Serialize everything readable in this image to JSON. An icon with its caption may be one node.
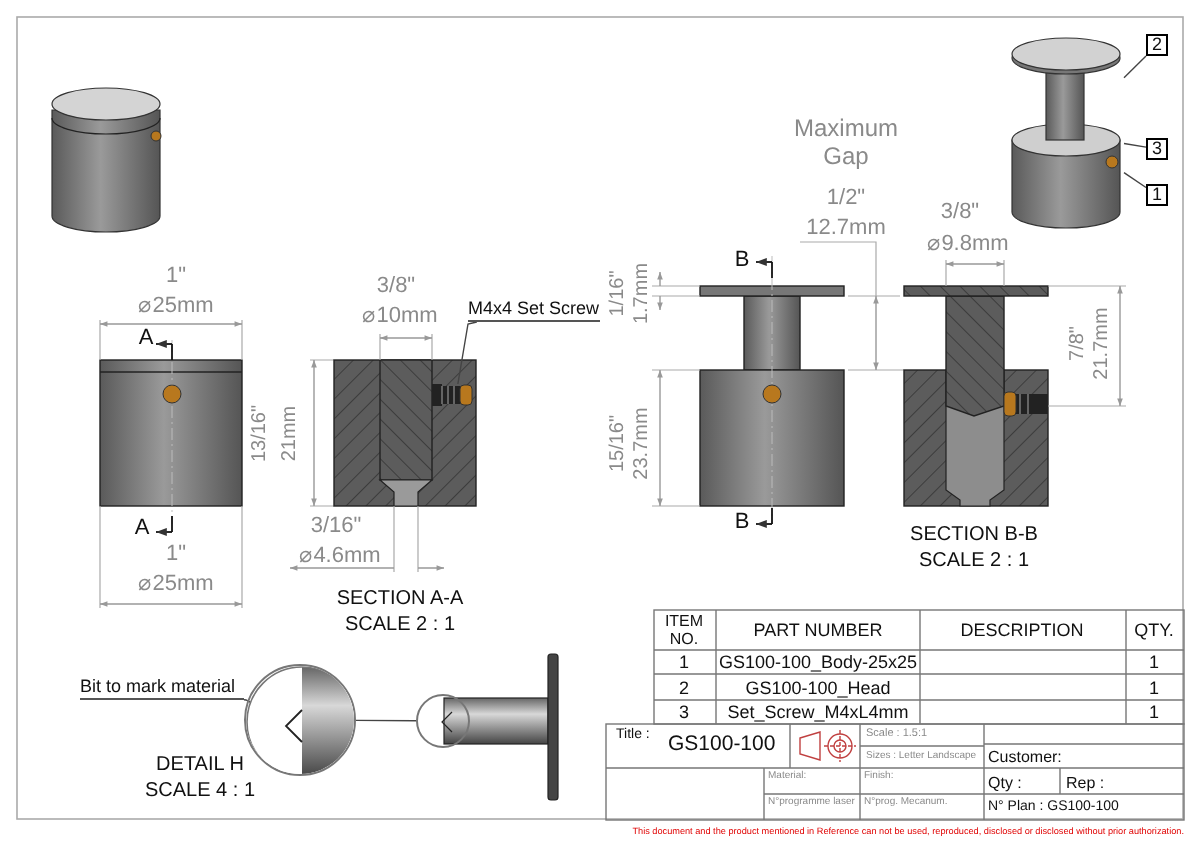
{
  "diagram": {
    "nodes": [
      {
        "text": [],
        "shape": "picture"
      },
      {
        "text": [
          "2"
        ]
      },
      {
        "text": [
          "3"
        ]
      },
      {
        "text": [
          "1"
        ]
      },
      {
        "text": [
          "M4x4 Set Screw"
        ]
      },
      {
        "text": [],
        "shape": "picture"
      },
      {
        "text": [
          "Bit to mark material"
        ]
      },
      {
        "text": [],
        "shape": "circle"
      },
      {
        "text": [],
        "shape": "picture",
        "in": 7
      },
      {
        "text": [],
        "shape": "circle"
      }
    ],
    "edges": [
      {
        "from": 1,
        "to": 0,
        "arrow": "none"
      },
      {
        "from": 2,
        "to": 0,
        "arrow": "none"
      },
      {
        "from": 3,
        "to": 0,
        "arrow": "none"
      },
      {
        "from": 4,
        "to": 5,
        "arrow": "none"
      },
      {
        "from": 6,
        "to": 8,
        "arrow": "to"
      },
      {
        "from": 7,
        "to": 9,
        "arrow": "none"
      }
    ],
    "labels": [
      "Maximum Gap",
      "1/2\"",
      "12.7mm",
      "3/8\"",
      "⌀9.8mm",
      "1\"",
      "⌀25mm",
      "3/8\"",
      "⌀10mm",
      "B",
      "1/16\"",
      "1.7mm",
      "A",
      "7/8\"",
      "21.7mm",
      "13/16\"",
      "21mm",
      "15/16\"",
      "23.7mm",
      "A",
      "3/16\"",
      "B",
      "⌀4.6mm",
      "SECTION B-B",
      "SCALE 2 : 1",
      "1\"",
      "⌀25mm",
      "SECTION A-A",
      "SCALE 2 : 1",
      "ITEM NO.",
      "PART NUMBER",
      "DESCRIPTION",
      "QTY.",
      "1",
      "GS100-100_Body-25x25",
      "1",
      "2",
      "GS100-100_Head",
      "1",
      "3",
      "Set_Screw_M4xL4mm",
      "1",
      "Title :",
      "GS100-100",
      "Scale : 1.5:1",
      "Sizes : Letter Landscape",
      "Customer:",
      "Material:",
      "Finish:",
      "Qty :",
      "Rep :",
      "N°programme laser",
      "N°prog. Mecanum.",
      "N° Plan : GS100-100",
      "DETAIL H",
      "SCALE 4 : 1",
      "This document and the product mentioned in Reference can not be used, reproduced, disclosed or disclosed without prior authorization."
    ]
  }
}
